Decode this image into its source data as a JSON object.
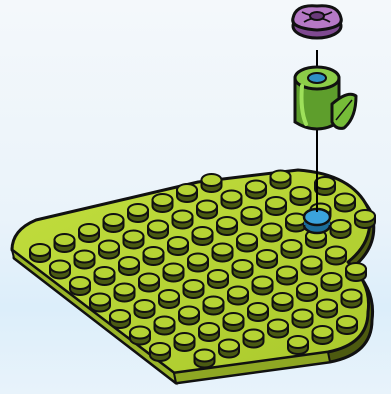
{
  "illustration": {
    "kind": "lego-build-step",
    "parts": [
      {
        "name": "heart-plate",
        "color": "#b5d334"
      },
      {
        "name": "flower-head",
        "color": "#a668b5"
      },
      {
        "name": "stem-piece-with-leaf",
        "color": "#7cc13f"
      },
      {
        "name": "blue-highlight-stud",
        "color": "#3b9fd8"
      }
    ],
    "assembly_line_color": "#000000",
    "background_color": "#eaf3fa"
  }
}
